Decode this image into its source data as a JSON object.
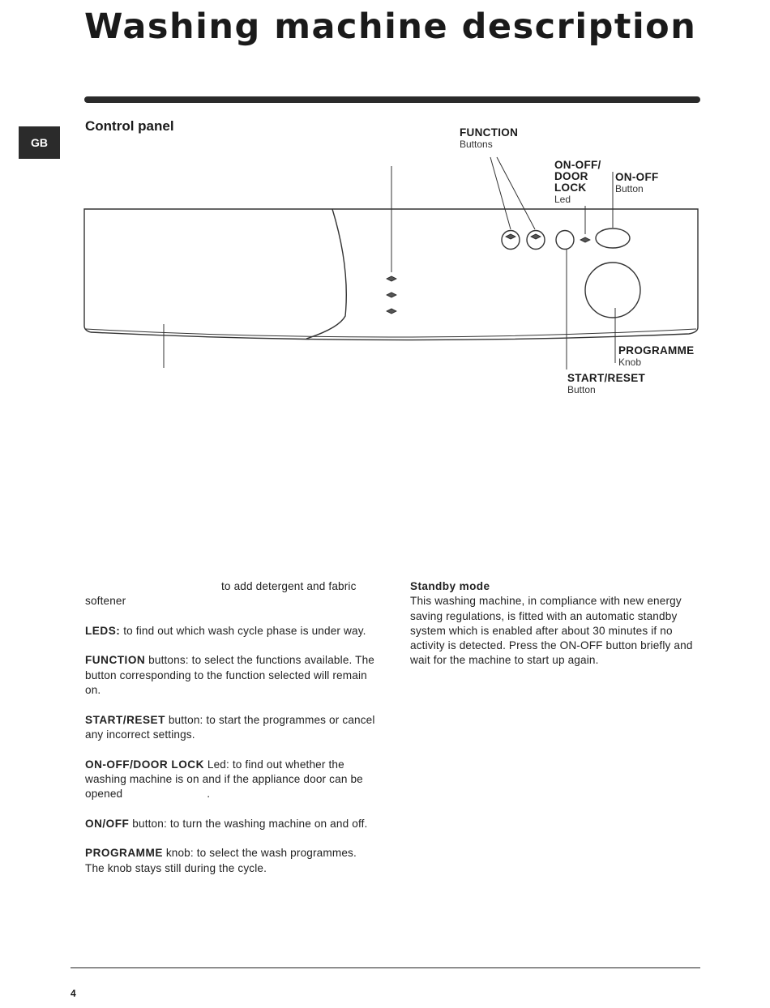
{
  "page": {
    "title": "Washing machine description",
    "lang_tab": "GB",
    "section_title": "Control panel",
    "page_number": "4"
  },
  "diagram": {
    "function": {
      "title": "FUNCTION",
      "sub": "Buttons"
    },
    "onoff_led": {
      "title_l1": "ON-OFF/",
      "title_l2": "DOOR",
      "title_l3": "LOCK",
      "sub": "Led"
    },
    "onoff_button": {
      "title": "ON-OFF",
      "sub": "Button"
    },
    "programme": {
      "title": "PROGRAMME",
      "sub": "Knob"
    },
    "start_reset": {
      "title": "START/RESET",
      "sub": "Button"
    }
  },
  "left_column": {
    "detergent_text": "to add detergent and fabric softener",
    "leds_label": "LEDS:",
    "leds_text": " to find out which wash cycle phase is under way.",
    "function_label": "FUNCTION",
    "function_text": " buttons: to select the functions available. The button corresponding to the function selected will remain on.",
    "start_label": "START/RESET",
    "start_text": " button: to start the programmes or cancel any incorrect settings.",
    "onoff_led_label": "ON-OFF/DOOR LOCK",
    "onoff_led_text": " Led: to find out whether the washing machine is on and if the appliance door can be opened",
    "onoff_led_end": ".",
    "onoff_label": "ON/OFF",
    "onoff_text": " button: to turn the washing machine on and off.",
    "programme_label": "PROGRAMME",
    "programme_text": " knob: to select the wash programmes. The knob stays still during the cycle."
  },
  "right_column": {
    "standby_title": "Standby mode",
    "standby_text": "This washing machine, in compliance with new energy saving regulations, is fitted with an automatic standby system which is enabled after about 30 minutes if no activity is detected. Press the ON-OFF button briefly and wait for the machine to start up again."
  }
}
